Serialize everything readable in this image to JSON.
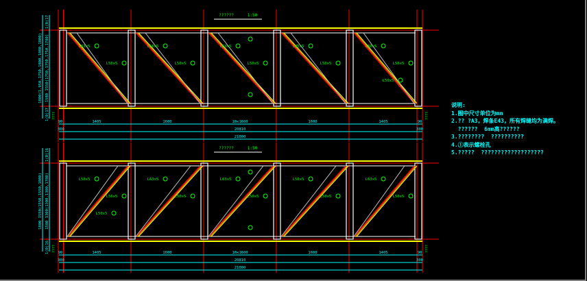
{
  "colors": {
    "red": "#ff0000",
    "yellow": "#ffff00",
    "white": "#ffffff",
    "cyan": "#00ffff",
    "green": "#00ff00",
    "orange": "#ff8000",
    "gray": "#c0c0c0"
  },
  "elevations": [
    {
      "title": "??????",
      "scale": "1:50",
      "diagonal": "down",
      "labels": [
        [
          "L63x5",
          "L50x5"
        ],
        [
          "L56x5",
          "L50x5"
        ],
        [
          "L63x5",
          "L50x5"
        ],
        [
          "L45x5",
          "L50x5"
        ],
        [
          "L50x5",
          "L56x5",
          "L50x5"
        ]
      ],
      "left_dims": [
        "1800(1,950,1750,1800,1800,1800)",
        "1580 1550(1750,1750,1750,1780)",
        "1(0)17",
        "1(0)17"
      ],
      "right_mark": "????"
    },
    {
      "title": "??????",
      "scale": "1:50",
      "diagonal": "up",
      "labels": [
        [
          "L50x5",
          "L56x5",
          "L50x5"
        ],
        [
          "L63x5",
          "L50x5"
        ],
        [
          "L63x5",
          "L50x5"
        ],
        [
          "L56x5",
          "L50x5"
        ],
        [
          "L63x5",
          "L50x5"
        ]
      ],
      "left_dims": [
        "1800 1550(1550,1550,1800)",
        "1580 1300(1300,1300,1780)",
        "1(0)16",
        "1(0)16"
      ],
      "right_mark": "????"
    }
  ],
  "dimensions": {
    "row1": [
      "90",
      "1405",
      "1600",
      "10x1600",
      "1600",
      "1405",
      "90"
    ],
    "row2": [
      "300",
      "20810",
      "300"
    ],
    "row3": "21000"
  },
  "notes": {
    "heading": "说明:",
    "lines": [
      "1.图中尺寸单位为mm",
      "2.?? ?A3，焊条E43，所有焊缝均为满焊。",
      "  ??????  6mm高??????",
      "3.????????  ??????????",
      "4.①表示螺栓孔",
      "5.?????  ???????????????????"
    ]
  }
}
